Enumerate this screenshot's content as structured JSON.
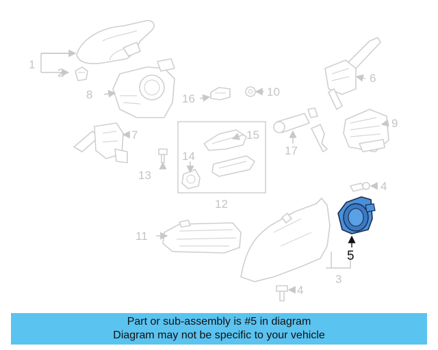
{
  "colors": {
    "background": "#ffffff",
    "part_stroke": "#cfcfcf",
    "callout_text": "#c4c4c4",
    "highlight_fill": "#4a90d9",
    "highlight_stroke": "#1a2a4a",
    "banner_bg": "#5bc3f0",
    "banner_text": "#111111"
  },
  "callouts": {
    "c1": "1",
    "c2": "2",
    "c3": "3",
    "c4a": "4",
    "c4b": "4",
    "c5": "5",
    "c6": "6",
    "c7": "7",
    "c8": "8",
    "c9": "9",
    "c10": "10",
    "c11": "11",
    "c12": "12",
    "c13": "13",
    "c14": "14",
    "c15": "15",
    "c16": "16",
    "c17": "17"
  },
  "banner": {
    "line1": "Part or sub-assembly is #5 in diagram",
    "line2": "Diagram may not be specific to your vehicle"
  }
}
